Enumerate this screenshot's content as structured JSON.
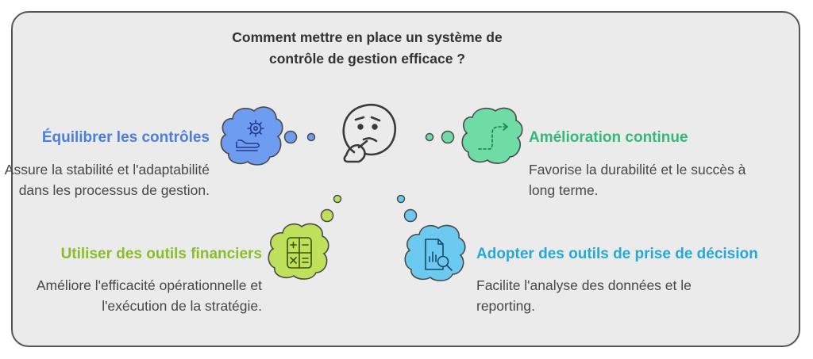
{
  "question": "Comment mettre en place un système de contrôle de gestion efficace ?",
  "colors": {
    "blue": "#4a7fe0",
    "green": "#33b97a",
    "lime": "#8bbd2a",
    "cyan": "#27a8d8",
    "frame_border": "#555555",
    "background": "#ebebeb"
  },
  "items": [
    {
      "title": "Équilibrer les contrôles",
      "description": "Assure la stabilité et l'adaptabilité dans les processus de gestion.",
      "icon": "gear-hand-icon"
    },
    {
      "title": "Amélioration continue",
      "description": "Favorise la durabilité et le succès à long terme.",
      "icon": "path-arrow-icon"
    },
    {
      "title": "Utiliser des outils financiers",
      "description": "Améliore l'efficacité opérationnelle et l'exécution de la stratégie.",
      "icon": "calculator-icon"
    },
    {
      "title": "Adopter des outils de prise de décision",
      "description": "Facilite l'analyse des données et le reporting.",
      "icon": "report-magnifier-icon"
    }
  ],
  "center_icon": "thinking-face-icon"
}
